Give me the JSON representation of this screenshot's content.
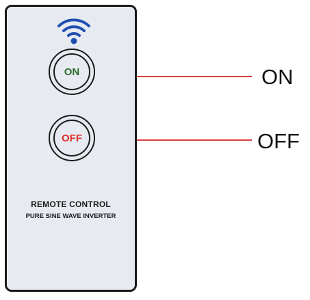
{
  "remote": {
    "on_button_label": "ON",
    "off_button_label": "OFF",
    "title": "REMOTE CONTROL",
    "subtitle": "PURE SINE WAVE INVERTER"
  },
  "callouts": {
    "on_label": "ON",
    "off_label": "OFF"
  },
  "colors": {
    "on_text": "#2e6b2e",
    "off_text": "#e03030",
    "wifi": "#1f4fb0",
    "callout_line": "#d94040",
    "remote_body": "#e7eaf0"
  },
  "icons": {
    "signal": "wifi-icon"
  }
}
